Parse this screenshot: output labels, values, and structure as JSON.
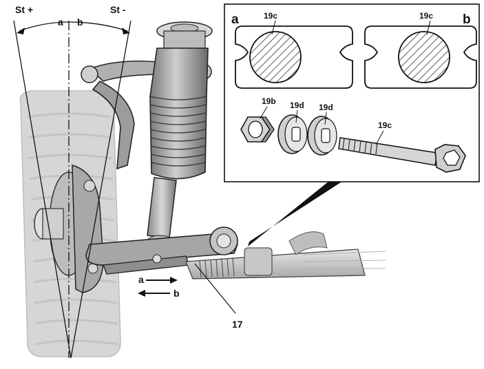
{
  "camber": {
    "positive_label": "St +",
    "negative_label": "St -",
    "a_label": "a",
    "b_label": "b"
  },
  "inset": {
    "view_a_label": "a",
    "view_b_label": "b",
    "bolt_section_label_a": "19c",
    "bolt_section_label_b": "19c",
    "nut_label": "19b",
    "washer1_label": "19d",
    "washer2_label": "19d",
    "bolt_label": "19c"
  },
  "arrows": {
    "a_label": "a",
    "b_label": "b"
  },
  "part_label": "17",
  "colors": {
    "tire": "#d4d4d4",
    "tire_tread": "#c2c2c2",
    "metal": "#9a9a9a",
    "metal_dark": "#5a5a5a",
    "metal_light": "#cfcfcf",
    "outline": "#1a1a1a",
    "background": "#ffffff"
  }
}
